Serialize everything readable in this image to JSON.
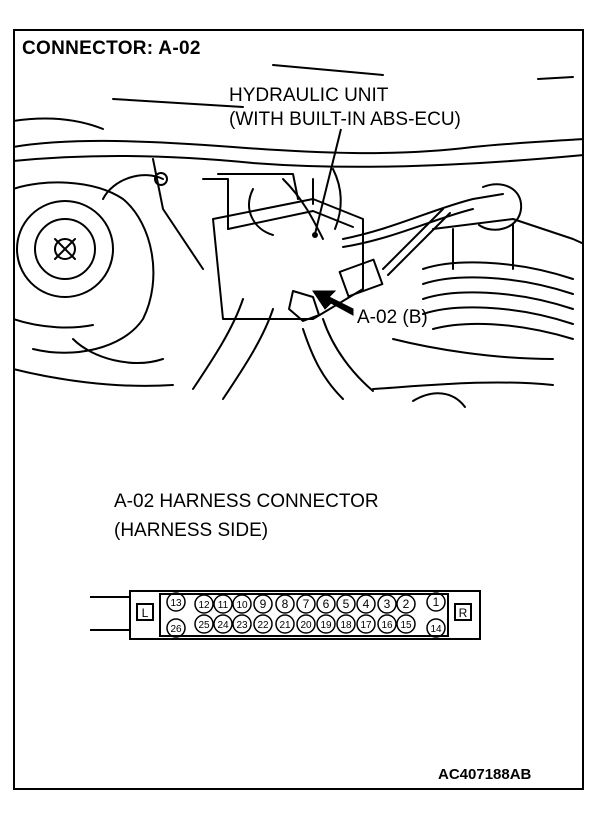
{
  "title": "CONNECTOR: A-02",
  "callouts": {
    "hydraulic_line1": "HYDRAULIC UNIT",
    "hydraulic_line2": "(WITH BUILT-IN ABS-ECU)",
    "connector_ref": "A-02 (B)"
  },
  "harness": {
    "title_line1": "A-02 HARNESS CONNECTOR",
    "title_line2": "(HARNESS SIDE)",
    "left_marker": "L",
    "right_marker": "R",
    "top_row": [
      "13",
      "12",
      "11",
      "10",
      "9",
      "8",
      "7",
      "6",
      "5",
      "4",
      "3",
      "2",
      "1"
    ],
    "bottom_row": [
      "26",
      "25",
      "24",
      "23",
      "22",
      "21",
      "20",
      "19",
      "18",
      "17",
      "16",
      "15",
      "14"
    ]
  },
  "figure_code": "AC407188AB",
  "colors": {
    "line": "#000000",
    "background": "#ffffff"
  }
}
